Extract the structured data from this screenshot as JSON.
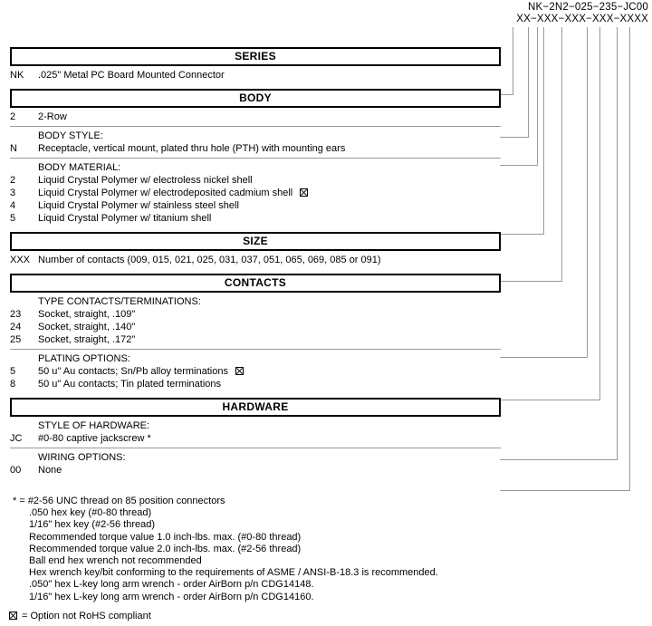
{
  "part_number": {
    "example": "NK−2N2−025−235−JC00",
    "mask": "XX−XXX−XXX−XXX−XXXX"
  },
  "sections": [
    {
      "id": "series",
      "header": "SERIES",
      "subsections": [
        {
          "title": null,
          "options": [
            {
              "code": "NK",
              "text": ".025\" Metal PC Board Mounted Connector",
              "rohs_flag": false
            }
          ]
        }
      ]
    },
    {
      "id": "body",
      "header": "BODY",
      "subsections": [
        {
          "title": null,
          "options": [
            {
              "code": "2",
              "text": "2-Row",
              "rohs_flag": false
            }
          ]
        },
        {
          "title": "BODY STYLE:",
          "options": [
            {
              "code": "N",
              "text": "Receptacle, vertical mount, plated thru hole (PTH) with mounting ears",
              "rohs_flag": false
            }
          ]
        },
        {
          "title": "BODY MATERIAL:",
          "options": [
            {
              "code": "2",
              "text": "Liquid Crystal Polymer w/ electroless nickel shell",
              "rohs_flag": false
            },
            {
              "code": "3",
              "text": "Liquid Crystal Polymer w/ electrodeposited cadmium shell",
              "rohs_flag": true
            },
            {
              "code": "4",
              "text": "Liquid Crystal Polymer w/ stainless steel shell",
              "rohs_flag": false
            },
            {
              "code": "5",
              "text": "Liquid Crystal Polymer w/ titanium shell",
              "rohs_flag": false
            }
          ]
        }
      ]
    },
    {
      "id": "size",
      "header": "SIZE",
      "subsections": [
        {
          "title": null,
          "options": [
            {
              "code": "XXX",
              "text": "Number of contacts (009, 015, 021, 025, 031, 037, 051, 065, 069, 085 or 091)",
              "rohs_flag": false
            }
          ]
        }
      ]
    },
    {
      "id": "contacts",
      "header": "CONTACTS",
      "subsections": [
        {
          "title": "TYPE CONTACTS/TERMINATIONS:",
          "options": [
            {
              "code": "23",
              "text": "Socket, straight, .109\"",
              "rohs_flag": false
            },
            {
              "code": "24",
              "text": "Socket, straight, .140\"",
              "rohs_flag": false
            },
            {
              "code": "25",
              "text": "Socket, straight, .172\"",
              "rohs_flag": false
            }
          ]
        },
        {
          "title": "PLATING OPTIONS:",
          "options": [
            {
              "code": "5",
              "text": "50 u\" Au contacts; Sn/Pb alloy terminations",
              "rohs_flag": true
            },
            {
              "code": "8",
              "text": "50 u\" Au contacts; Tin plated terminations",
              "rohs_flag": false
            }
          ]
        }
      ]
    },
    {
      "id": "hardware",
      "header": "HARDWARE",
      "subsections": [
        {
          "title": "STYLE OF HARDWARE:",
          "options": [
            {
              "code": "JC",
              "text": "#0-80 captive jackscrew *",
              "rohs_flag": false
            }
          ]
        },
        {
          "title": "WIRING OPTIONS:",
          "options": [
            {
              "code": "00",
              "text": "None",
              "rohs_flag": false
            }
          ]
        }
      ]
    }
  ],
  "footnotes": [
    "* = #2-56 UNC thread on 85 position connectors",
    ".050 hex key (#0-80 thread)",
    "1/16\" hex key (#2-56 thread)",
    "Recommended torque value 1.0 inch-lbs. max. (#0-80 thread)",
    "Recommended torque value 2.0 inch-lbs. max. (#2-56 thread)",
    "Ball end hex wrench not recommended",
    "Hex wrench key/bit conforming to the requirements of ASME / ANSI-B-18.3 is recommended.",
    ".050\" hex L-key long arm wrench - order AirBorn p/n CDG14148.",
    "1/16\" hex L-key long arm wrench - order AirBorn p/n CDG14160."
  ],
  "rohs_legend": "= Option not RoHS compliant",
  "colors": {
    "ink": "#000000",
    "rule": "#9a9a9a",
    "leader": "#9a9a9a",
    "background": "#ffffff"
  }
}
